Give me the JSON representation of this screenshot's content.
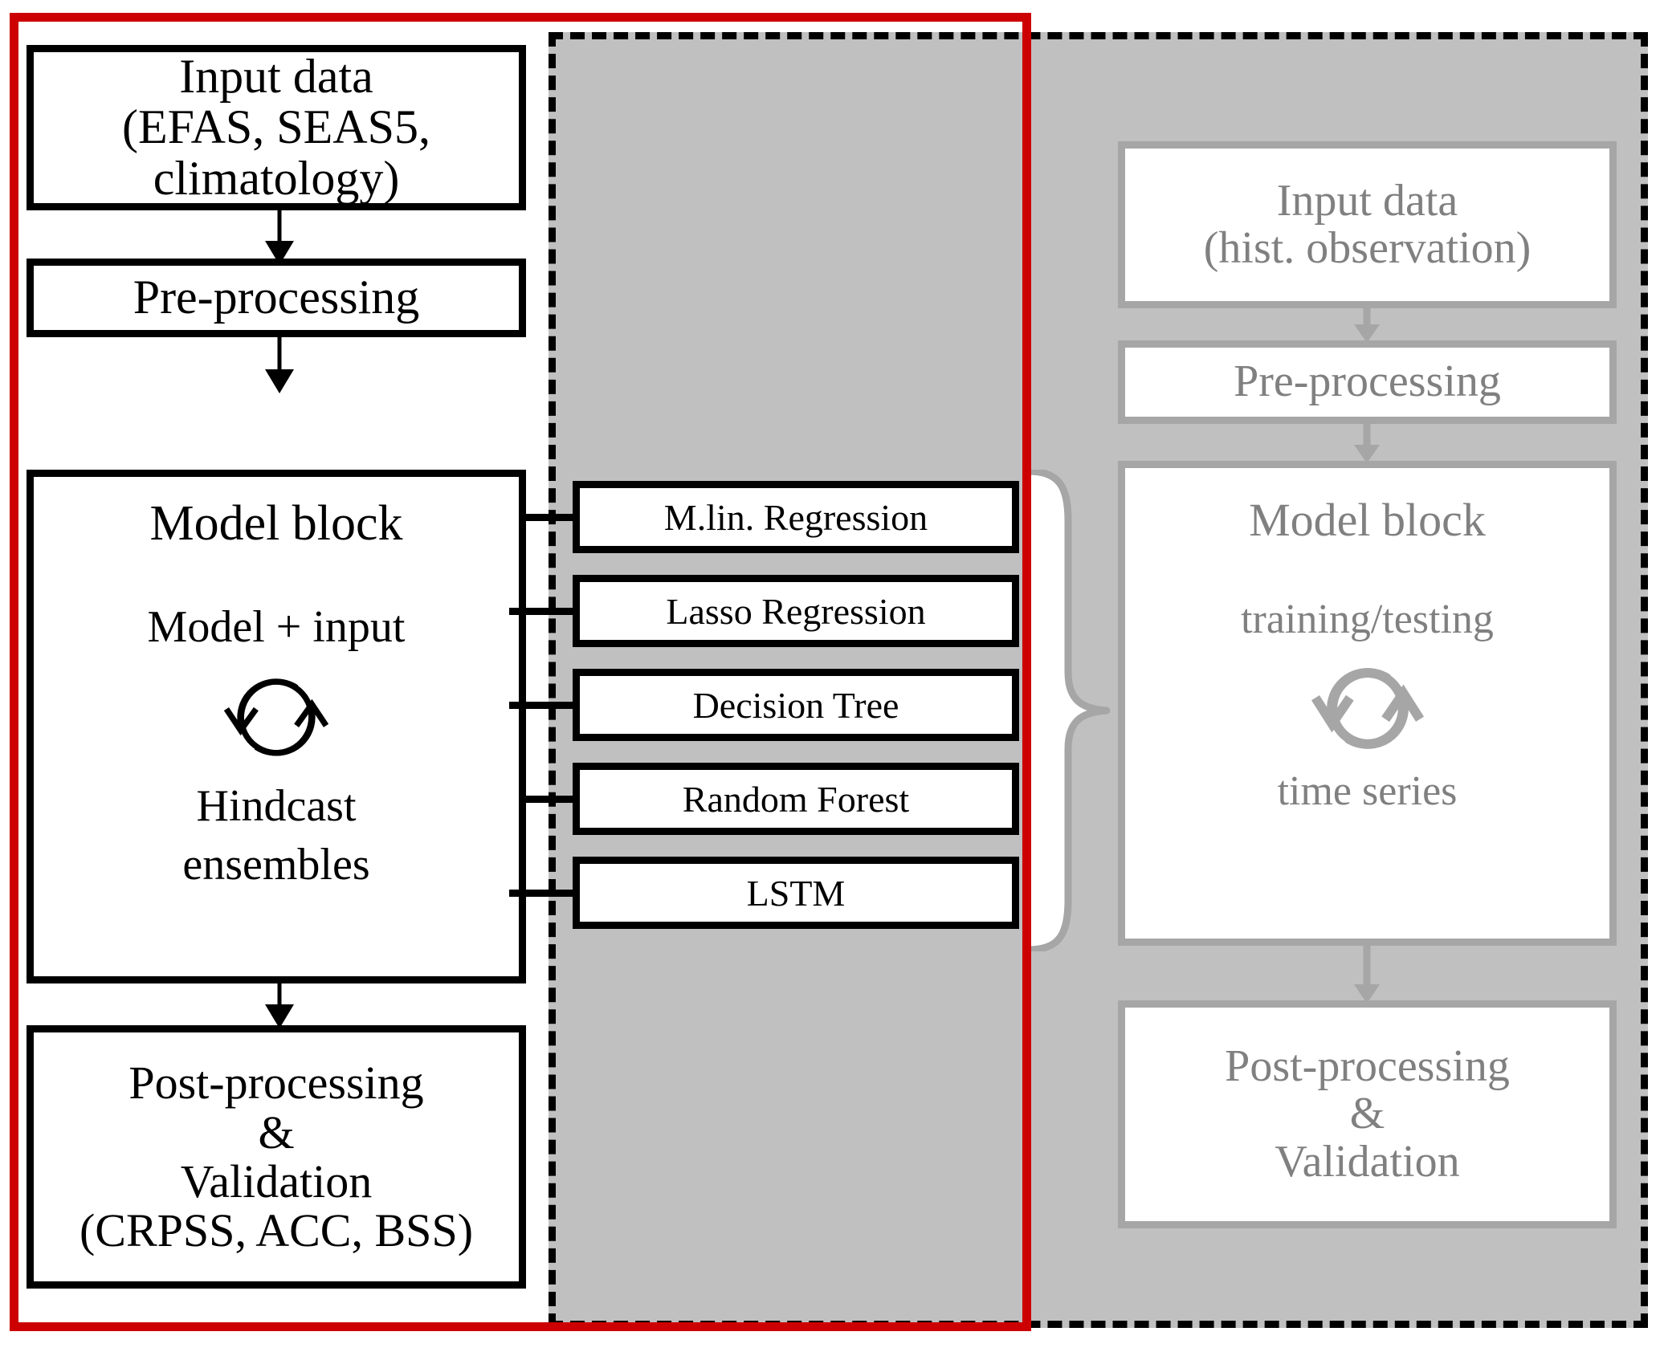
{
  "diagram": {
    "title": "Forecasting workflow: hindcast pipeline (red outline) and historical training pipeline (dashed outline)",
    "colors": {
      "accent_red": "#CC0000",
      "panel_gray": "#C0C0C0",
      "muted_gray": "#808080",
      "border_gray": "#A6A6A6",
      "black": "#000000",
      "white": "#FFFFFF"
    },
    "left_pipeline": {
      "input": {
        "line1": "Input data",
        "line2": "(EFAS, SEAS5,",
        "line3": "climatology)"
      },
      "preprocessing": "Pre-processing",
      "model_block": {
        "title": "Model block",
        "middle": "Model + input",
        "cycle_icon": "circular-arrows-icon",
        "footer_line1": "Hindcast",
        "footer_line2": "ensembles"
      },
      "post": {
        "line1": "Post-processing",
        "line2": "&",
        "line3": "Validation",
        "line4": "(CRPSS, ACC, BSS)"
      }
    },
    "models": [
      "M.lin. Regression",
      "Lasso Regression",
      "Decision Tree",
      "Random Forest",
      "LSTM"
    ],
    "right_pipeline": {
      "input": {
        "line1": "Input data",
        "line2": "(hist. observation)"
      },
      "preprocessing": "Pre-processing",
      "model_block": {
        "title": "Model  block",
        "middle": "training/testing",
        "cycle_icon": "circular-arrows-icon",
        "footer": "time series"
      },
      "post": {
        "line1": "Post-processing",
        "line2": "&",
        "line3": "Validation"
      }
    }
  }
}
